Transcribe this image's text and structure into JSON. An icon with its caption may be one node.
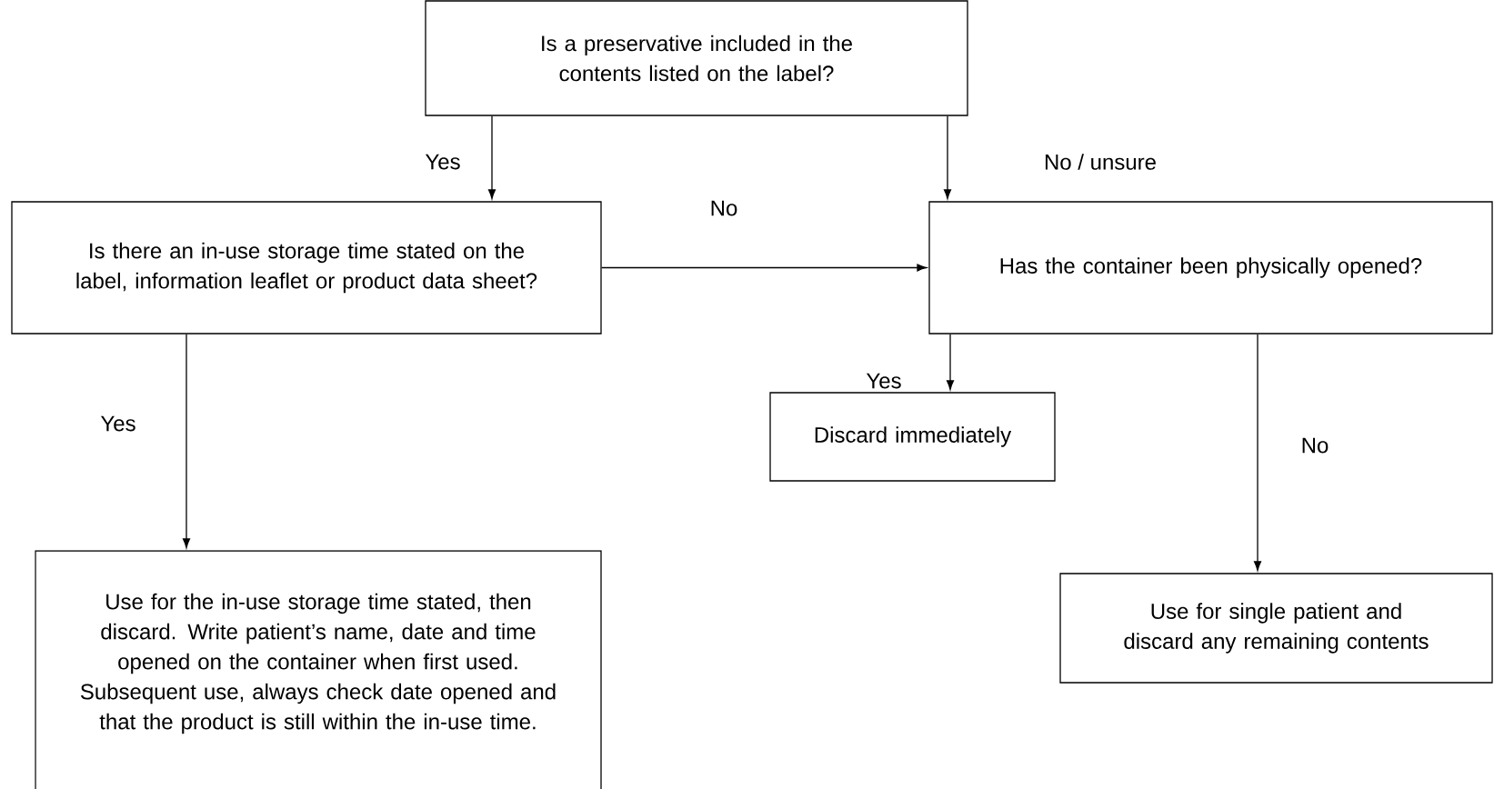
{
  "diagram": {
    "nodes": [
      {
        "text": [
          "Is a preservative included in the contents listed on the label?"
        ]
      },
      {
        "text": [
          "Is there an in-use storage time stated on the label, information leaflet or product data sheet?"
        ]
      },
      {
        "text": [
          "Has the container been physically opened?"
        ]
      },
      {
        "text": [
          "Discard immediately"
        ]
      },
      {
        "text": [
          "Use for the in-use storage time stated, then discard. Write patient’s name, date and time opened on the container when first used. Subsequent use, always check date opened and that the product is still within the in-use time."
        ]
      },
      {
        "text": [
          "Use for single patient and discard any remaining contents"
        ]
      }
    ],
    "edges": [
      {
        "from": 0,
        "to": 1,
        "arrow": "to",
        "label": "Yes"
      },
      {
        "from": 0,
        "to": 2,
        "arrow": "to",
        "label": "No / unsure"
      },
      {
        "from": 1,
        "to": 2,
        "arrow": "to",
        "label": "No"
      },
      {
        "from": 2,
        "to": 3,
        "arrow": "to",
        "label": "Yes"
      },
      {
        "from": 2,
        "to": 5,
        "arrow": "to",
        "label": "No"
      },
      {
        "from": 1,
        "to": 4,
        "arrow": "to",
        "label": "Yes"
      }
    ]
  }
}
